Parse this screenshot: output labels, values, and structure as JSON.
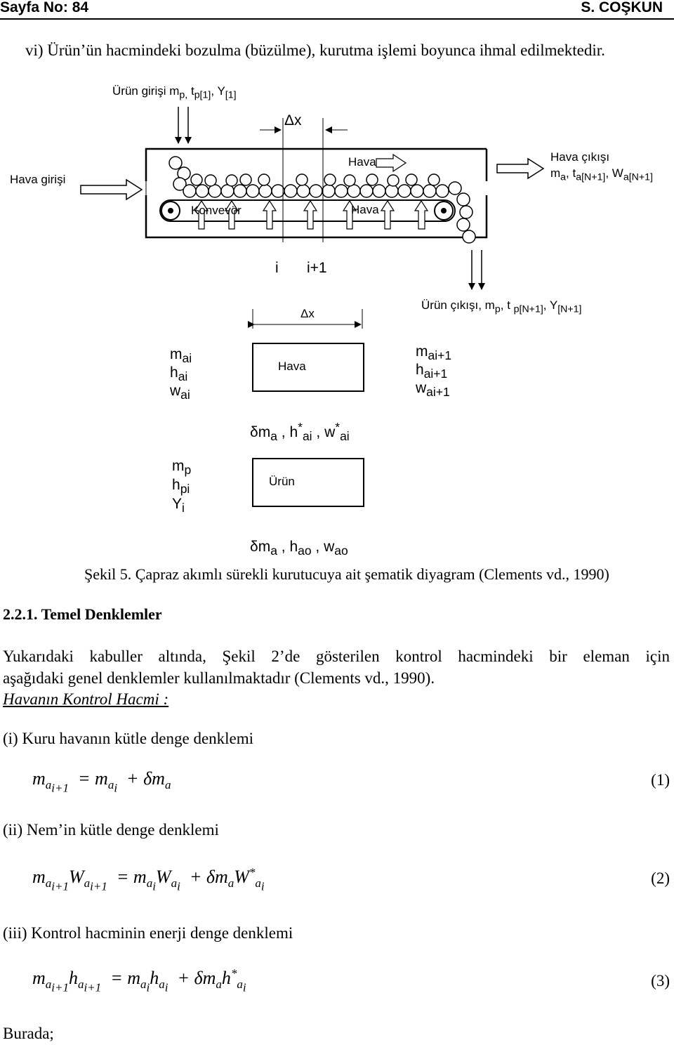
{
  "header": {
    "left": "Sayfa No: 84",
    "right": "S. COŞKUN"
  },
  "intro_line": "vi) Ürün’ün hacmindeki bozulma (büzülme), kurutma işlemi boyunca ihmal edilmektedir.",
  "figure_top": {
    "product_inlet": "Ürün girişi m",
    "product_inlet_sub_p": "p,",
    "product_inlet_t": "t",
    "product_inlet_sub_t": "p[1]",
    "product_inlet_y": "Y",
    "product_inlet_sub_y": "[1]",
    "dx": "Δx",
    "air_inlet": "Hava girişi",
    "air_top": "Hava",
    "air_bottom": "Hava",
    "conveyor": "Konvevör",
    "air_outlet_title": "Hava çıkışı",
    "air_outlet_m": "m",
    "air_outlet_m_sub": "a",
    "air_outlet_t": "t",
    "air_outlet_t_sub": "a[N+1]",
    "air_outlet_w": "W",
    "air_outlet_w_sub": "a[N+1]",
    "idx_i": "i",
    "idx_i1": "i+1",
    "product_outlet": "Ürün çıkışı, m",
    "product_outlet_sub_p": "p",
    "product_outlet_t": "t",
    "product_outlet_sub_t": "p[N+1]",
    "product_outlet_y": "Y",
    "product_outlet_sub_y": "[N+1]"
  },
  "figure_bottom": {
    "dx": "Δx",
    "air_box": "Hava",
    "product_box": "Ürün",
    "left_air": [
      {
        "b": "m",
        "s": "ai"
      },
      {
        "b": "h",
        "s": "ai"
      },
      {
        "b": "w",
        "s": "ai"
      }
    ],
    "right_air": [
      {
        "b": "m",
        "s": "ai+1"
      },
      {
        "b": "h",
        "s": "ai+1"
      },
      {
        "b": "w",
        "s": "ai+1"
      }
    ],
    "left_prod": [
      {
        "b": "m",
        "s": "p"
      },
      {
        "b": "h",
        "s": "pi"
      },
      {
        "b": "Y",
        "s": "i"
      }
    ],
    "middle_flux": {
      "dm": "δm",
      "dm_sub": "a",
      "h": "h",
      "h_sup": "*",
      "h_sub": "ai",
      "w": "w",
      "w_sup": "*",
      "w_sub": "ai"
    },
    "lower_flux": {
      "dm": "δm",
      "dm_sub": "a",
      "h": "h",
      "h_sub": "ao",
      "w": "w",
      "w_sub": "ao"
    }
  },
  "caption": "Şekil 5. Çapraz akımlı sürekli kurutucuya ait şematik diyagram (Clements vd., 1990)",
  "section_title": "2.2.1. Temel Denklemler",
  "para1_line1": "Yukarıdaki kabuller altında, Şekil 2’de gösterilen kontrol hacmindeki bir eleman için",
  "para1_line2": "aşağıdaki genel denklemler kullanılmaktadır (Clements vd., 1990).",
  "subhead": "Havanın Kontrol Hacmi :",
  "item1": "(i) Kuru havanın kütle denge denklemi",
  "eq1_num": "(1)",
  "item2": "(ii) Nem’in kütle denge denklemi",
  "eq2_num": "(2)",
  "item3": "(iii) Kontrol hacminin enerji denge denklemi",
  "eq3_num": "(3)",
  "footer_word": "Burada;"
}
